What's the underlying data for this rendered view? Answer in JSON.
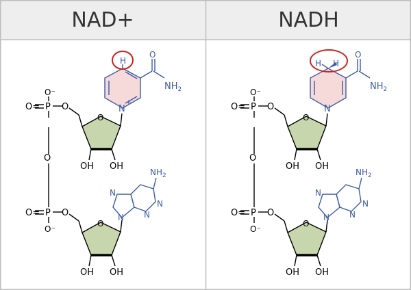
{
  "headers": {
    "left": "NAD+",
    "right": "NADH"
  },
  "colors": {
    "grid": "#bdbdbd",
    "header_bg": "#eeeeee",
    "ribose_fill": "#c8d6ad",
    "nicotinamide_fill": "#f6d9d9",
    "nicotinamide_text": "#3c5aa6",
    "highlight": "#cc2222"
  },
  "labels": {
    "phosphorus": "P",
    "oxygen": "O",
    "o_double": "O=",
    "o_minus": "O⁻",
    "oh": "OH",
    "nh2": "NH",
    "nh2_sub": "2",
    "n": "N",
    "n_plus": "+",
    "h": "H"
  },
  "icons": [
    "hydride-highlight-circle"
  ]
}
